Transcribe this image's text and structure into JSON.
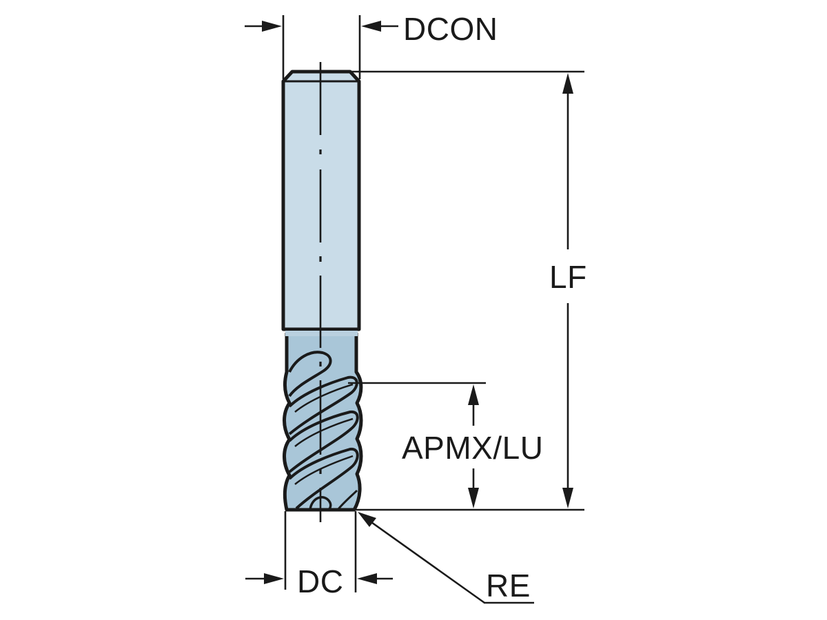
{
  "diagram": {
    "subject": "solid end mill dimension drawing",
    "colors": {
      "shank_fill": "#c9dce8",
      "flute_fill": "#a9c6d8",
      "flute_dark": "#8fb2c8",
      "line": "#1a1a1a",
      "background": "#ffffff"
    },
    "labels": {
      "dcon": "DCON",
      "lf": "LF",
      "apmx_lu": "APMX/LU",
      "dc": "DC",
      "re": "RE"
    }
  }
}
